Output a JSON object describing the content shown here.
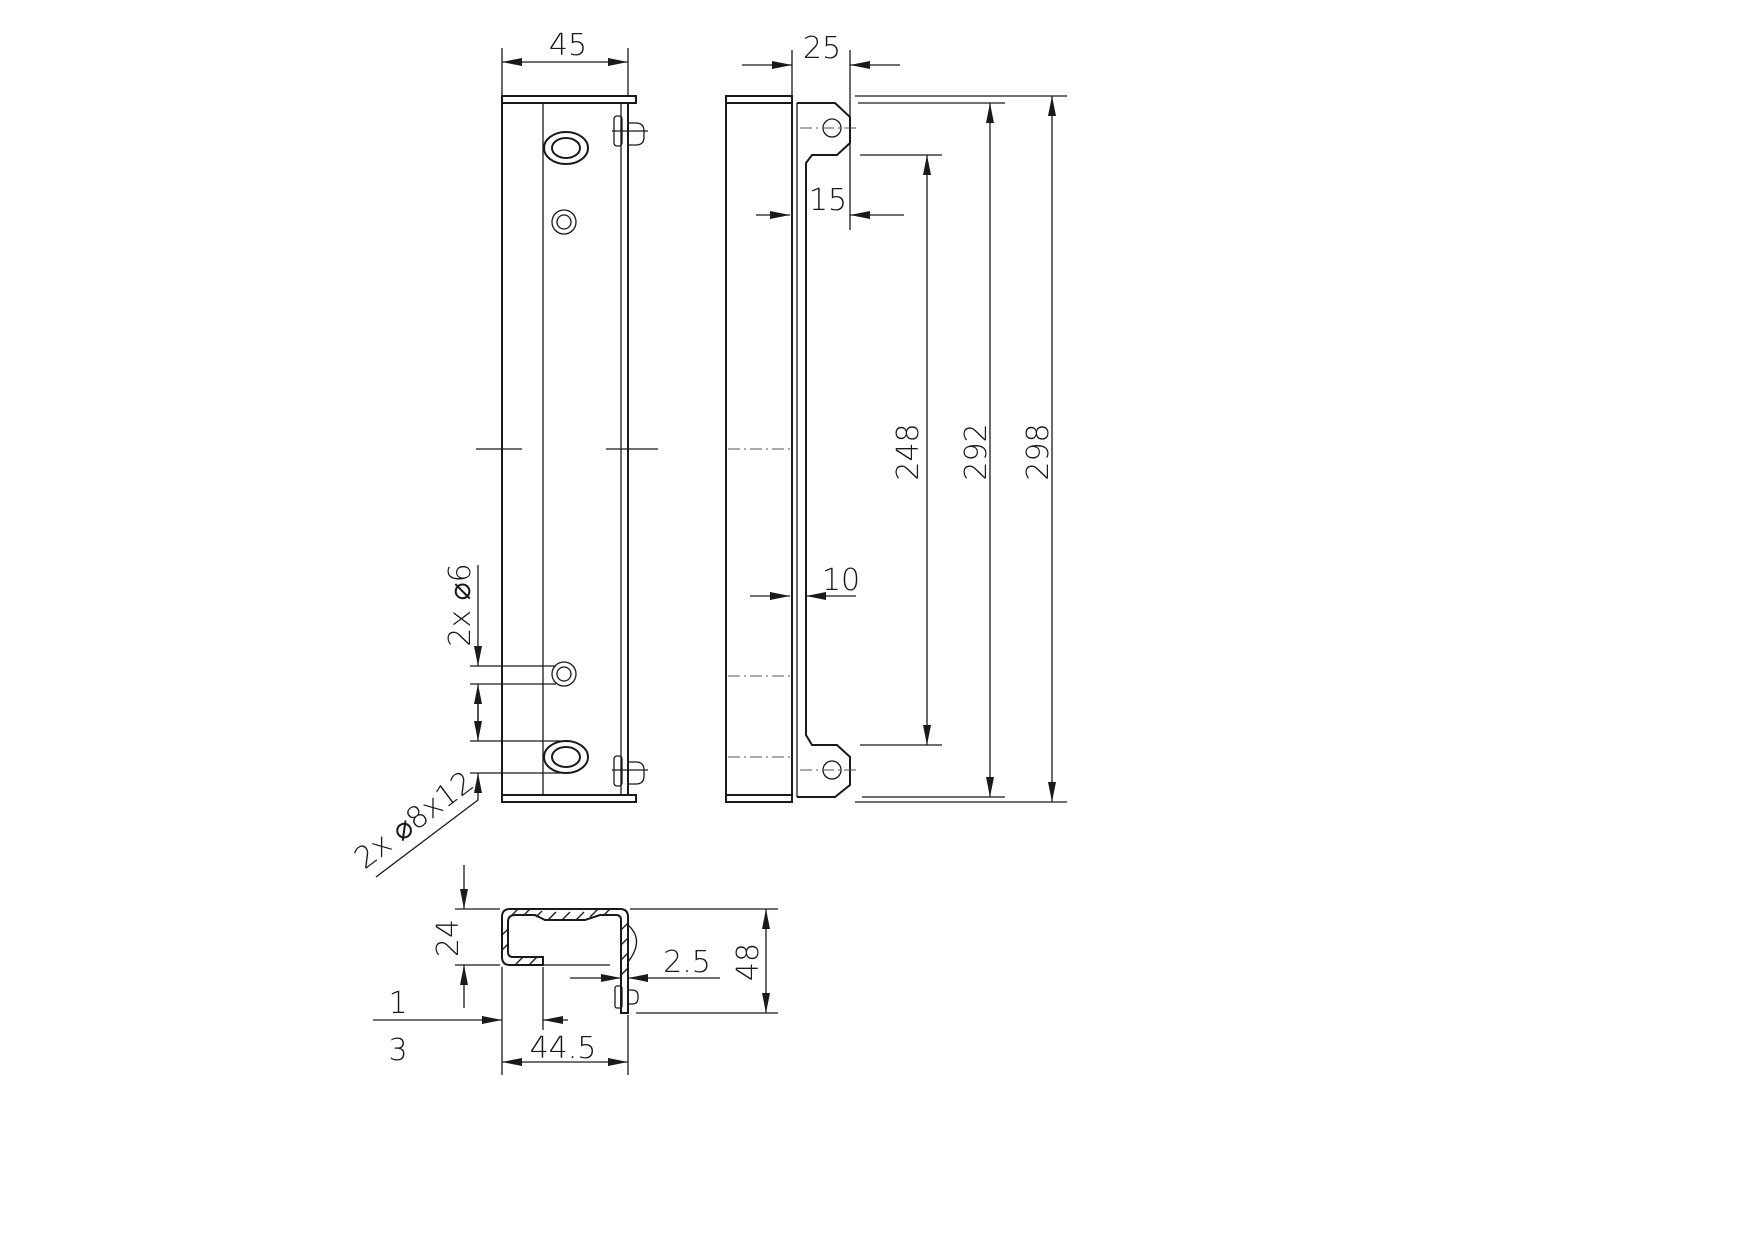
{
  "drawing": {
    "dimensions": {
      "width_45": "45",
      "width_25": "25",
      "offset_15": "15",
      "offset_10": "10",
      "length_248": "248",
      "length_292": "292",
      "length_298": "298",
      "holes_6": "2x ⌀6",
      "slots_8x12": "2x ⌀8x12",
      "height_24": "24",
      "height_48": "48",
      "thickness_2_5": "2.5",
      "width_44_5": "44.5",
      "ratio_top": "1",
      "ratio_bottom": "3"
    },
    "colors": {
      "line": "#1a1a1a",
      "background": "#ffffff"
    }
  }
}
